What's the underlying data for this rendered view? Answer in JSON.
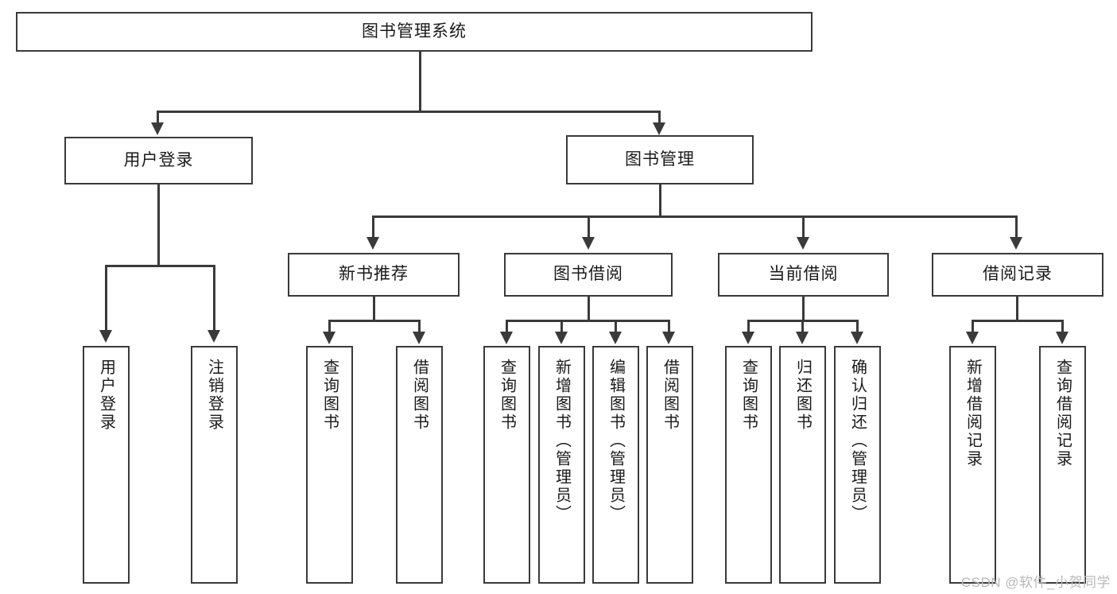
{
  "diagram": {
    "type": "tree-hierarchy-chart",
    "root": {
      "label": "图书管理系统"
    },
    "level2": [
      {
        "label": "用户登录"
      },
      {
        "label": "图书管理"
      }
    ],
    "level3": [
      {
        "label": "新书推荐"
      },
      {
        "label": "图书借阅"
      },
      {
        "label": "当前借阅"
      },
      {
        "label": "借阅记录"
      }
    ],
    "leaves": {
      "user_login": [
        {
          "label": "用户登录"
        },
        {
          "label": "注销登录"
        }
      ],
      "new_book_recommend": [
        {
          "label": "查询图书"
        },
        {
          "label": "借阅图书"
        }
      ],
      "book_borrow": [
        {
          "label": "查询图书"
        },
        {
          "label": "新增图书（管理员）"
        },
        {
          "label": "编辑图书（管理员）"
        },
        {
          "label": "借阅图书"
        }
      ],
      "current_borrow": [
        {
          "label": "查询图书"
        },
        {
          "label": "归还图书"
        },
        {
          "label": "确认归还（管理员）"
        }
      ],
      "borrow_record": [
        {
          "label": "新增借阅记录"
        },
        {
          "label": "查询借阅记录"
        }
      ]
    }
  },
  "watermark": {
    "text": "CSDN @软件_小贺同学"
  },
  "colors": {
    "stroke": "#3a3a3a",
    "fill": "#ffffff",
    "text": "#1a1a1a",
    "watermark": "#b9b9b9"
  }
}
